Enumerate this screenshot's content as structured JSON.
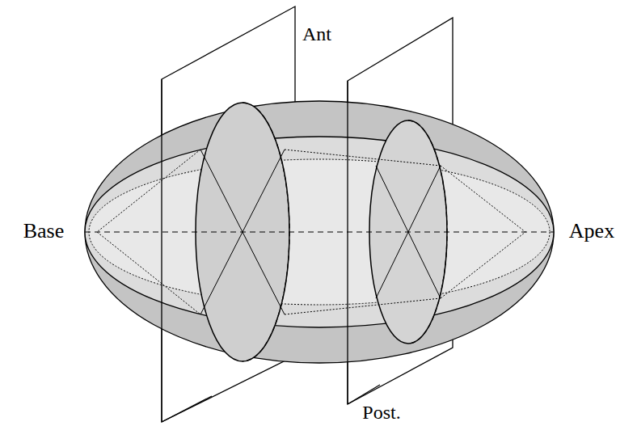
{
  "diagram": {
    "labels": [
      "Ant",
      "Base",
      "Apex",
      "Post."
    ]
  }
}
